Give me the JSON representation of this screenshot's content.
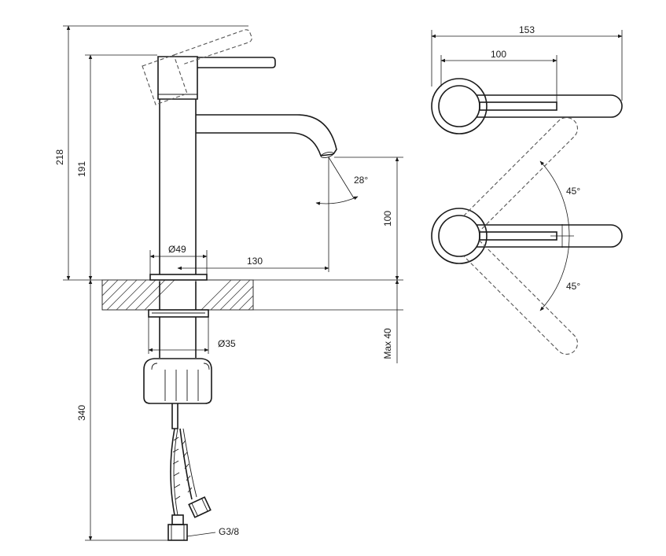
{
  "dimensions": {
    "height_total": "218",
    "height_spout": "191",
    "height_below": "340",
    "spout_height": "100",
    "max_thickness": "Max 40",
    "body_diameter": "Ø49",
    "spout_reach": "130",
    "shank_diameter": "Ø35",
    "connection": "G3/8",
    "spout_angle": "28°",
    "handle_reach_total": "153",
    "handle_reach_axis": "100",
    "rotation_up": "45°",
    "rotation_down": "45°"
  }
}
